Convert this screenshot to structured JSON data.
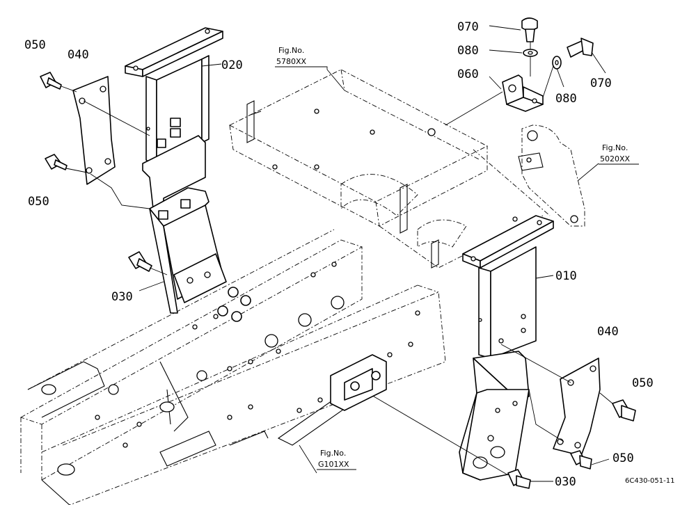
{
  "callouts": {
    "p010": "010",
    "p020": "020",
    "p030_left": "030",
    "p030_right": "030",
    "p040_left": "040",
    "p040_right": "040",
    "p050_top_left": "050",
    "p050_mid_left": "050",
    "p050_right_top": "050",
    "p050_right_bottom": "050",
    "p060": "060",
    "p070_top": "070",
    "p070_right": "070",
    "p080_top": "080",
    "p080_right": "080"
  },
  "figure_refs": {
    "ref_5780": {
      "label": "Fig.No.",
      "code": "5780XX"
    },
    "ref_5020": {
      "label": "Fig.No.",
      "code": "5020XX"
    },
    "ref_g101": {
      "label": "Fig.No.",
      "code": "G101XX"
    }
  },
  "drawing_code": "6C430-051-11"
}
